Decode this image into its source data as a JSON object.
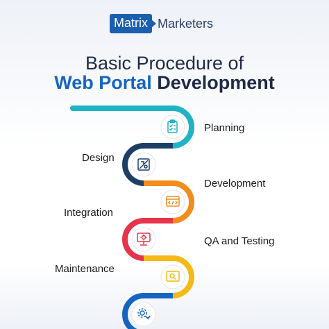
{
  "logo": {
    "boxed": "Matrix",
    "rest": "Marketers"
  },
  "title": {
    "line1": "Basic Procedure of",
    "line2_accent": "Web Portal",
    "line2_rest": "Development"
  },
  "steps": [
    {
      "label": "Planning",
      "color": "#1fb3c4",
      "icon": "clipboard-checklist-icon"
    },
    {
      "label": "Design",
      "color": "#1d3f66",
      "icon": "design-tools-icon"
    },
    {
      "label": "Development",
      "color": "#f28c1c",
      "icon": "code-window-icon"
    },
    {
      "label": "Integration",
      "color": "#e7344a",
      "icon": "monitor-gear-icon"
    },
    {
      "label": "QA and Testing",
      "color": "#f5b915",
      "icon": "search-screen-icon"
    },
    {
      "label": "Maintenance",
      "color": "#1565c0",
      "icon": "wrench-gear-icon"
    }
  ]
}
